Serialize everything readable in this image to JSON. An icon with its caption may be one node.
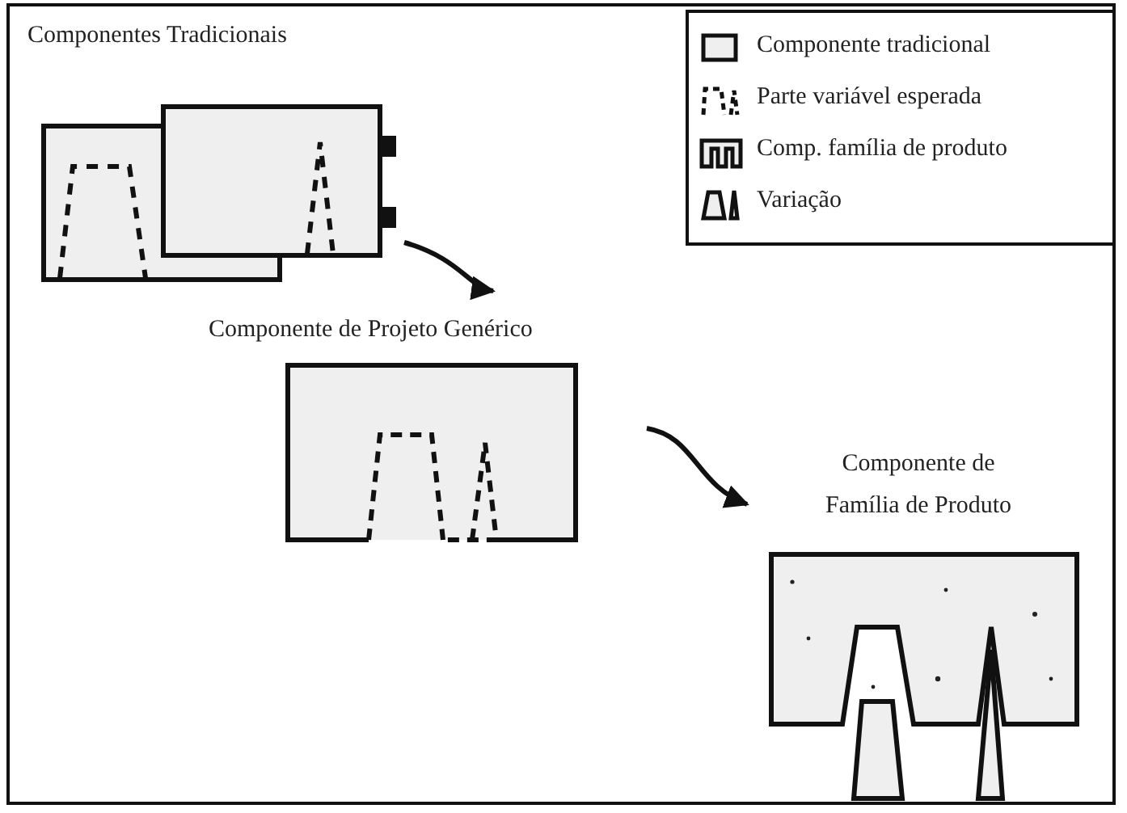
{
  "diagram": {
    "nodes": [
      {
        "text": [
          "Componentes Tradicionais"
        ]
      },
      {
        "text": [
          "Componente de Projeto Genérico"
        ]
      },
      {
        "text": [
          "Componente de Família de Produto"
        ]
      }
    ],
    "edges": [
      {
        "from": 0,
        "to": 1,
        "arrow": "to"
      },
      {
        "from": 1,
        "to": 2,
        "arrow": "to"
      }
    ],
    "legend": [
      {
        "text": "Componente tradicional"
      },
      {
        "text": "Parte variável esperada"
      },
      {
        "text": "Comp. família de produto"
      },
      {
        "text": "Variação"
      }
    ]
  }
}
